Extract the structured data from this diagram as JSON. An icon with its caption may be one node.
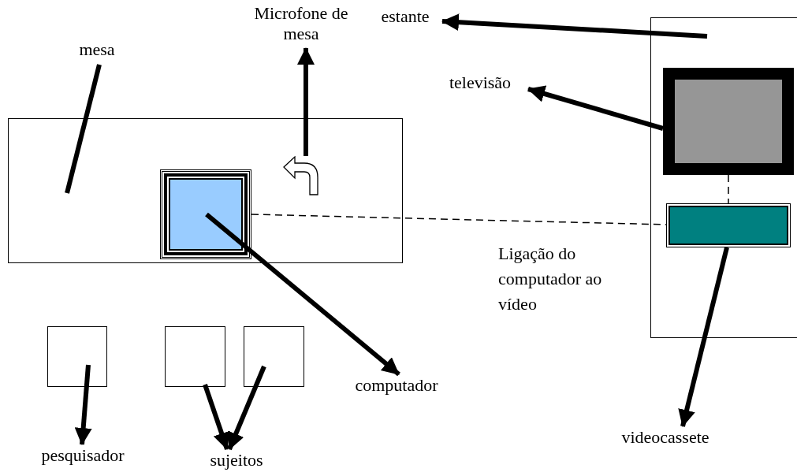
{
  "diagram": {
    "nodes": [
      {
        "text": [
          "mesa"
        ]
      },
      {
        "text": [],
        "shape": "box"
      },
      {
        "text": [
          "Microfone de mesa"
        ]
      },
      {
        "text": [],
        "shape": "arrow",
        "in": 1
      },
      {
        "text": [],
        "shape": "box",
        "in": 1
      },
      {
        "text": [
          "computador"
        ]
      },
      {
        "text": [],
        "shape": "box"
      },
      {
        "text": [
          "estante"
        ]
      },
      {
        "text": [
          "televisão"
        ]
      },
      {
        "text": [],
        "shape": "box",
        "in": 6
      },
      {
        "text": [],
        "shape": "box",
        "in": 6
      },
      {
        "text": [
          "videocassete"
        ]
      },
      {
        "text": [],
        "shape": "box"
      },
      {
        "text": [
          "pesquisador"
        ]
      },
      {
        "text": [],
        "shape": "box"
      },
      {
        "text": [],
        "shape": "box"
      },
      {
        "text": [
          "sujeitos"
        ]
      }
    ],
    "edges": [
      {
        "from": 0,
        "to": 1,
        "arrow": "none"
      },
      {
        "from": 3,
        "to": 2,
        "arrow": "to"
      },
      {
        "from": 4,
        "to": 5,
        "arrow": "to"
      },
      {
        "from": 6,
        "to": 7,
        "arrow": "to"
      },
      {
        "from": 9,
        "to": 8,
        "arrow": "to"
      },
      {
        "from": 10,
        "to": 11,
        "arrow": "to"
      },
      {
        "from": 4,
        "to": 10,
        "arrow": "none",
        "style": "dashed"
      },
      {
        "from": 9,
        "to": 10,
        "arrow": "none",
        "style": "dashed"
      },
      {
        "from": 12,
        "to": 13,
        "arrow": "to"
      },
      {
        "from": 14,
        "to": 16,
        "arrow": "to"
      },
      {
        "from": 15,
        "to": 16,
        "arrow": "to"
      }
    ],
    "labels": [
      "Ligação do computador ao vídeo"
    ]
  }
}
